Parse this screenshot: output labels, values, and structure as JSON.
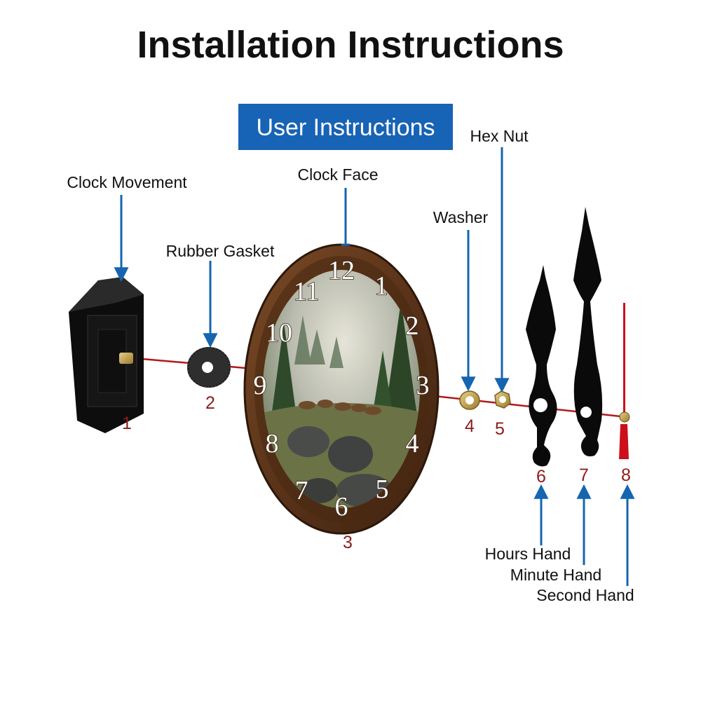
{
  "title": "Installation Instructions",
  "badge": "User Instructions",
  "labels": {
    "hex_nut": "Hex Nut",
    "clock_face": "Clock Face",
    "clock_movement": "Clock Movement",
    "washer": "Washer",
    "rubber_gasket": "Rubber Gasket",
    "hours_hand": "Hours Hand",
    "minute_hand": "Minute Hand",
    "second_hand": "Second Hand"
  },
  "part_numbers": [
    "1",
    "2",
    "3",
    "4",
    "5",
    "6",
    "7",
    "8"
  ],
  "dial_numbers": [
    "12",
    "1",
    "2",
    "3",
    "4",
    "5",
    "6",
    "7",
    "8",
    "9",
    "10",
    "11"
  ],
  "colors": {
    "arrow": "#1565b0",
    "axis_line": "#b01a1a",
    "badge_bg": "#1763b5",
    "part_number": "#8e1c1c",
    "second_hand": "#cc0f1a"
  }
}
